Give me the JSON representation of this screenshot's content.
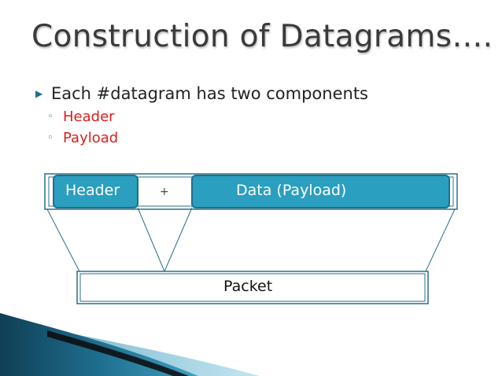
{
  "slide": {
    "title": "Construction of Datagrams….",
    "bullet": "Each #datagram has two components",
    "sub_bullets": [
      "Header",
      "Payload"
    ]
  },
  "diagram": {
    "header_label": "Header",
    "plus_label": "+",
    "data_label": "Data  (Payload)",
    "packet_label": "Packet"
  },
  "colors": {
    "accent": "#2a9fc0",
    "sub_bullet_text": "#d9201f",
    "frame": "#2d6f88",
    "ribbon_dark": "#1b5a74",
    "ribbon_light": "#8fd1e4"
  }
}
